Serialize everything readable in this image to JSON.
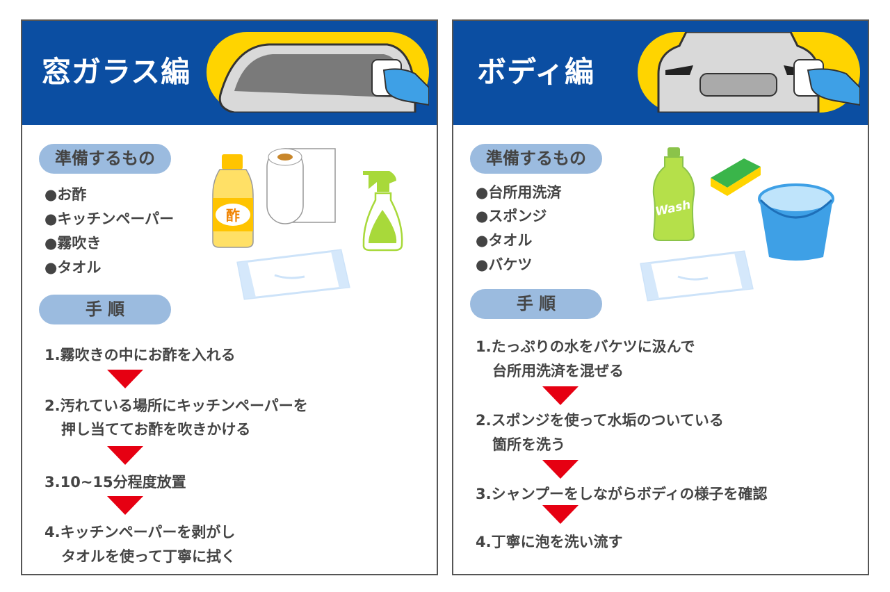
{
  "window_panel": {
    "title": "窓ガラス編",
    "prep_label": "準備するもの",
    "prep_items": [
      "●お酢",
      "●キッチンペーパー",
      "●霧吹き",
      "●タオル"
    ],
    "vinegar_label": "酢",
    "steps_label": "手 順",
    "steps": [
      "1.霧吹きの中にお酢を入れる",
      "2.汚れている場所にキッチンペーパーを",
      "押し当ててお酢を吹きかける",
      "3.10~15分程度放置",
      "4.キッチンペーパーを剥がし",
      "タオルを使って丁寧に拭く"
    ]
  },
  "body_panel": {
    "title": "ボディ編",
    "prep_label": "準備するもの",
    "prep_items": [
      "●台所用洗済",
      "●スポンジ",
      "●タオル",
      "●バケツ"
    ],
    "detergent_label": "Wash",
    "steps_label": "手 順",
    "steps": [
      "1.たっぷりの水をバケツに汲んで",
      "台所用洗済を混ぜる",
      "2.スポンジを使って水垢のついている",
      "箇所を洗う",
      "3.シャンプーをしながらボディの様子を確認",
      "4.丁寧に泡を洗い流す"
    ]
  },
  "colors": {
    "header": "#0b4ea2",
    "pill": "#9bbbdf",
    "arrow": "#e60012",
    "accent": "#ffd400"
  }
}
